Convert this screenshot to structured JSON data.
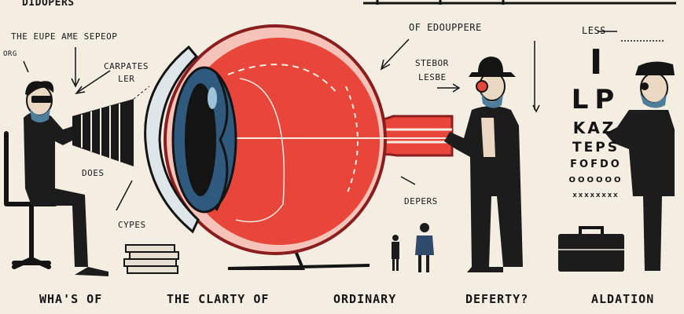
{
  "title": "DIDOPERS",
  "labels": {
    "top_left": "THE EUPE AME SEPEOP",
    "side": "ORG",
    "carpates": "CARPATES",
    "ler": "LER",
    "does": "DOES",
    "types": "CYPES",
    "top_center": "OF EDOUPPERE",
    "stebor": "STEBOR",
    "lesbe": "LESBE",
    "depers": "DEPERS",
    "top_right": "LESS"
  },
  "eye_chart": {
    "rows": [
      "I",
      "LP",
      "KAZ",
      "TEPS",
      "FOFDO",
      "OOOOOO",
      "XXXXXXXX"
    ]
  },
  "captions": [
    "WHA'S OF",
    "THE CLARTY OF",
    "ORDINARY",
    "DEFERTY?",
    "ALDATION"
  ],
  "colors": {
    "eye_red": "#e8463a",
    "iris_blue": "#2f5a7e",
    "ink": "#141414",
    "paper": "#f3ede2"
  }
}
